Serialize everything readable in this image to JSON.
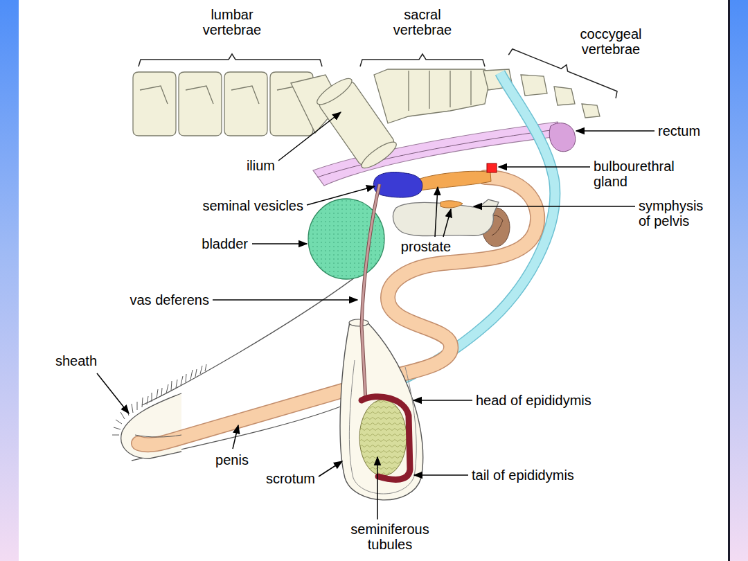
{
  "diagram": {
    "labels": [
      "lumbar vertebrae",
      "sacral vertebrae",
      "coccygeal vertebrae",
      "rectum",
      "ilium",
      "bulbourethral gland",
      "seminal vesicles",
      "symphysis of pelvis",
      "bladder",
      "prostate",
      "vas deferens",
      "sheath",
      "head of epididymis",
      "penis",
      "tail of epididymis",
      "scrotum",
      "seminiferous tubules"
    ]
  }
}
